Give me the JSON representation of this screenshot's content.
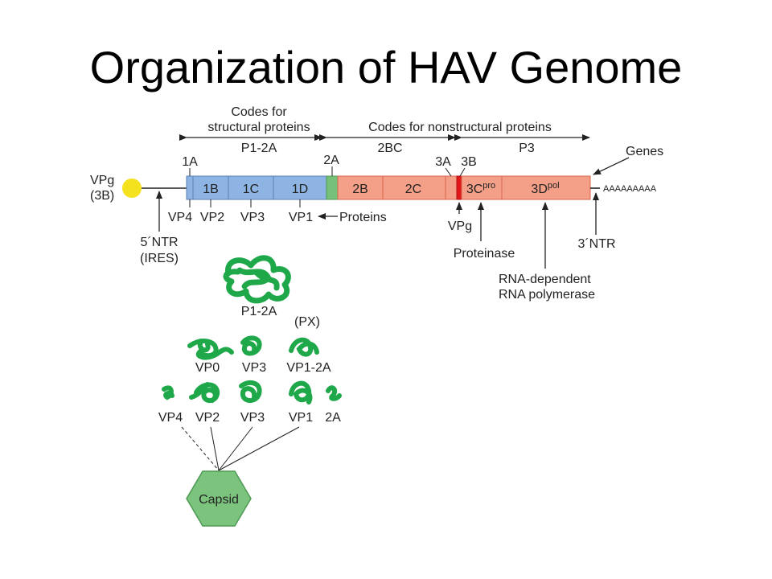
{
  "title": "Organization of HAV Genome",
  "colors": {
    "structural": "#8db4e2",
    "spacer_2A": "#76c079",
    "nonstructural": "#f4a088",
    "vpg_3B": "#e01818",
    "vpg_circle": "#f4e21e",
    "protein_blob": "#1fa84a",
    "capsid": "#7cc47e"
  },
  "regions": {
    "structural": {
      "label_line1": "Codes for",
      "label_line2": "structural proteins",
      "name": "P1-2A"
    },
    "nonstructural": {
      "label": "Codes for nonstructural proteins"
    },
    "p2": {
      "name": "2BC"
    },
    "p3": {
      "name": "P3"
    }
  },
  "genes_label": "Genes",
  "polyA": "AAAAAAAAA",
  "vpg_line1": "VPg",
  "vpg_line2": "(3B)",
  "segments": {
    "1A": "1A",
    "1B": "1B",
    "1C": "1C",
    "1D": "1D",
    "2A": "2A",
    "2B": "2B",
    "2C": "2C",
    "3A": "3A",
    "3B": "3B",
    "3C": "3C",
    "3C_sup": "pro",
    "3D": "3D",
    "3D_sup": "pol"
  },
  "proteins": {
    "vp4": "VP4",
    "vp2": "VP2",
    "vp3": "VP3",
    "vp1": "VP1",
    "label": "Proteins"
  },
  "ntr5_line1": "5´NTR",
  "ntr5_line2": "(IRES)",
  "ntr3": "3´NTR",
  "vpg_bottom": "VPg",
  "proteinase": "Proteinase",
  "rdrp_line1": "RNA-dependent",
  "rdrp_line2": "RNA polymerase",
  "cascade": {
    "p1_2a": "P1-2A",
    "px": "(PX)",
    "vp0": "VP0",
    "vp3": "VP3",
    "vp1_2a": "VP1-2A",
    "vp4": "VP4",
    "vp2": "VP2",
    "vp3b": "VP3",
    "vp1": "VP1",
    "a2": "2A"
  },
  "capsid": "Capsid"
}
